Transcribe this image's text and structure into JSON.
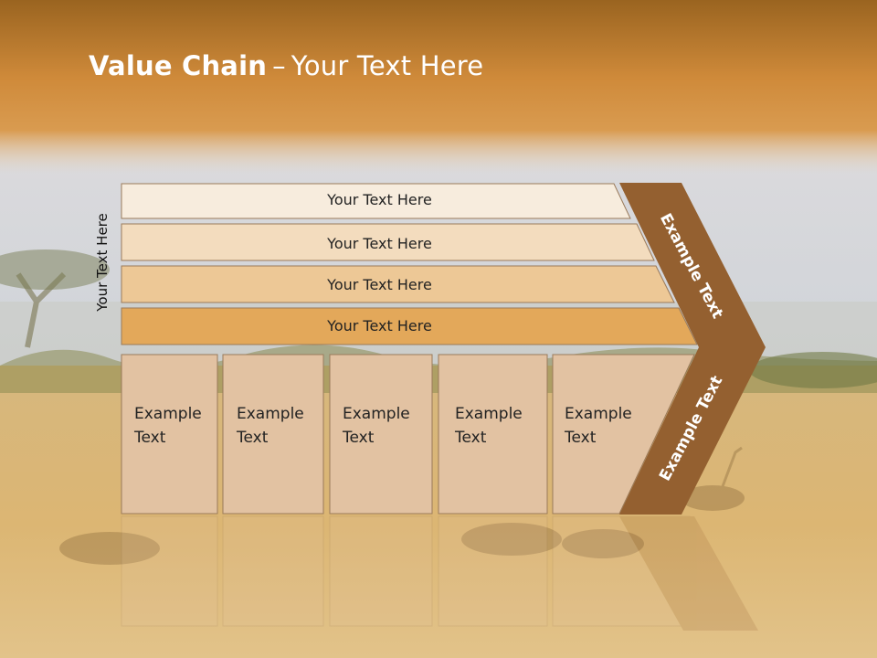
{
  "slide": {
    "title_bold": "Value Chain",
    "title_separator": "–",
    "title_rest": "Your Text Here",
    "side_label": "Your Text Here",
    "bars": [
      {
        "label": "Your Text Here",
        "fill": "#f7ecdd"
      },
      {
        "label": "Your Text Here",
        "fill": "#f3dcbe"
      },
      {
        "label": "Your Text Here",
        "fill": "#edc896"
      },
      {
        "label": "Your Text Here",
        "fill": "#e3a85a"
      }
    ],
    "columns": [
      {
        "line1": "Example",
        "line2": "Text"
      },
      {
        "line1": "Example",
        "line2": "Text"
      },
      {
        "line1": "Example",
        "line2": "Text"
      },
      {
        "line1": "Example",
        "line2": "Text"
      },
      {
        "line1": "Example",
        "line2": "Text"
      }
    ],
    "chevron_top_label": "Example Text",
    "chevron_bottom_label": "Example Text",
    "colors": {
      "header": "#cf8a3a",
      "chevron": "#946030",
      "column_fill": "#e2c2a2",
      "stroke": "#9a7a5a"
    }
  }
}
